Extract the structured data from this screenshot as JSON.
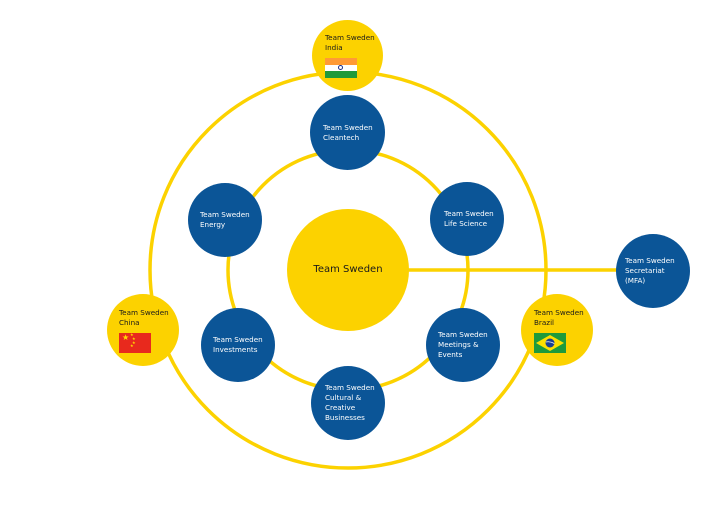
{
  "colors": {
    "blue": "#0b5597",
    "yellow": "#fcd200",
    "ring": "#fcd200",
    "background": "#ffffff"
  },
  "center": {
    "label": "Team Sweden"
  },
  "secretariat": {
    "label": "Team Sweden\nSecretariat\n(MFA)"
  },
  "inner_nodes": [
    {
      "id": "cleantech",
      "label": "Team Sweden\nCleantech"
    },
    {
      "id": "life-science",
      "label": "Team Sweden\nLife Science"
    },
    {
      "id": "meetings-events",
      "label": "Team Sweden\nMeetings &\nEvents"
    },
    {
      "id": "cultural-creative",
      "label": "Team Sweden\nCultural &\nCreative\nBusinesses"
    },
    {
      "id": "investments",
      "label": "Team Sweden\nInvestments"
    },
    {
      "id": "energy",
      "label": "Team Sweden\nEnergy"
    }
  ],
  "outer_nodes": [
    {
      "id": "india",
      "label": "Team Sweden\nIndia",
      "flag": "india-flag-icon"
    },
    {
      "id": "brazil",
      "label": "Team Sweden\nBrazil",
      "flag": "brazil-flag-icon"
    },
    {
      "id": "china",
      "label": "Team Sweden\nChina",
      "flag": "china-flag-icon"
    }
  ]
}
